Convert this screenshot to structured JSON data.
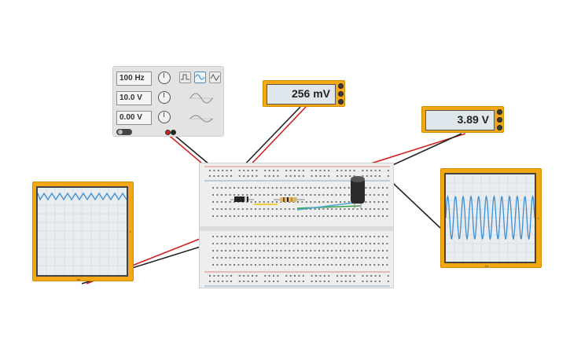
{
  "function_generator": {
    "frequency": "100 Hz",
    "amplitude": "10.0 V",
    "offset": "0.00 V",
    "waveforms": [
      "square-wave-icon",
      "sine-wave-icon",
      "triangle-wave-icon"
    ],
    "selected_waveform": "sine"
  },
  "multimeter_1": {
    "reading": "256 mV"
  },
  "multimeter_2": {
    "reading": "3.89 V"
  },
  "colors": {
    "accent": "#f2a713",
    "trace": "#3d8fd4",
    "wire_red": "#d42020",
    "wire_black": "#222222"
  }
}
